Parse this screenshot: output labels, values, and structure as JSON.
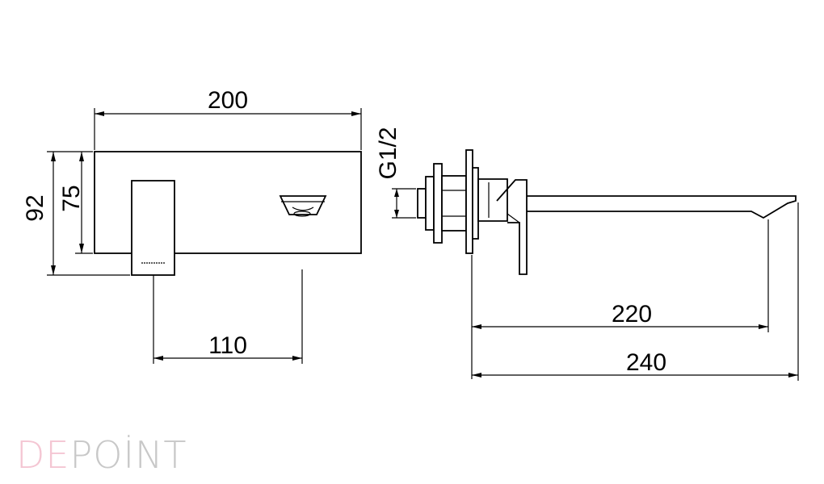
{
  "dimensions": {
    "front_width": "200",
    "front_height_total": "92",
    "front_height_plate": "75",
    "front_handle_to_spout": "110",
    "side_thread": "G1/2",
    "side_spout_reach": "220",
    "side_total_depth": "240"
  },
  "watermark": {
    "part1": "DE",
    "part2": "POİNT",
    "color_part1": "#f4c6d3",
    "color_part2": "#c8c8c8"
  },
  "colors": {
    "line": "#000000",
    "background": "#ffffff"
  }
}
